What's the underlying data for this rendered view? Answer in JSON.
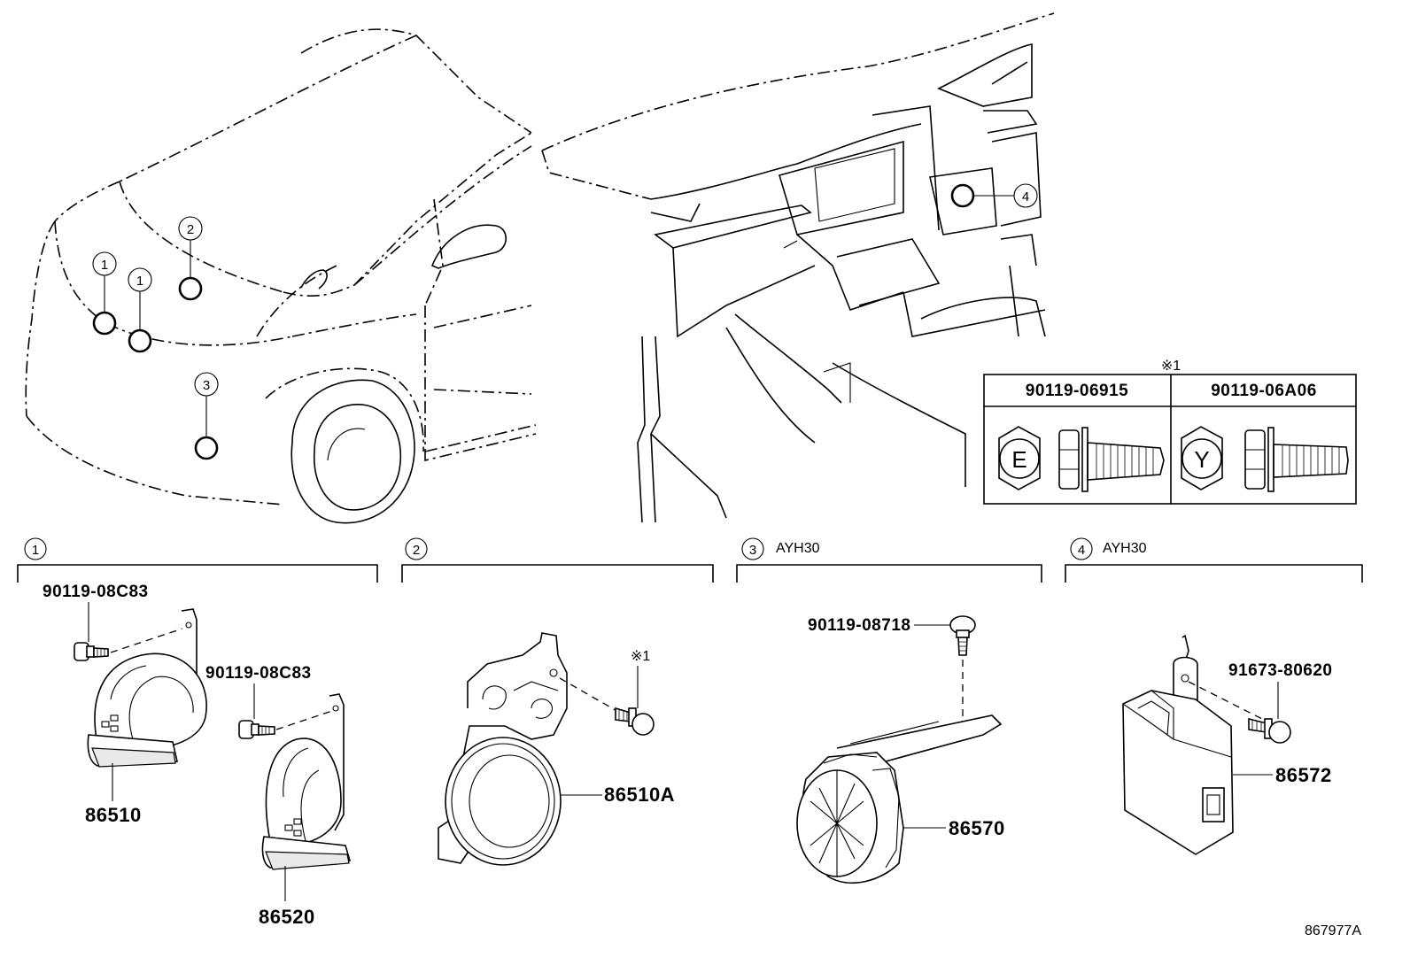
{
  "callouts": {
    "loc1a": "1",
    "loc1b": "1",
    "loc2": "2",
    "loc3": "3",
    "loc4": "4"
  },
  "note_table": {
    "mark": "※1",
    "col1_part": "90119-06915",
    "col2_part": "90119-06A06",
    "col1_symbol": "E",
    "col2_symbol": "Y"
  },
  "sections": [
    {
      "num": "1",
      "variant": ""
    },
    {
      "num": "2",
      "variant": ""
    },
    {
      "num": "3",
      "variant": "AYH30"
    },
    {
      "num": "4",
      "variant": "AYH30"
    }
  ],
  "parts": {
    "bolt_s1_a": "90119-08C83",
    "bolt_s1_b": "90119-08C83",
    "horn_high": "86510",
    "horn_low": "86520",
    "bolt_s2_mark": "※1",
    "horn_s2": "86510A",
    "bolt_s3": "90119-08718",
    "siren_s3": "86570",
    "bolt_s4": "91673-80620",
    "module_s4": "86572"
  },
  "figure_id": "867977A"
}
